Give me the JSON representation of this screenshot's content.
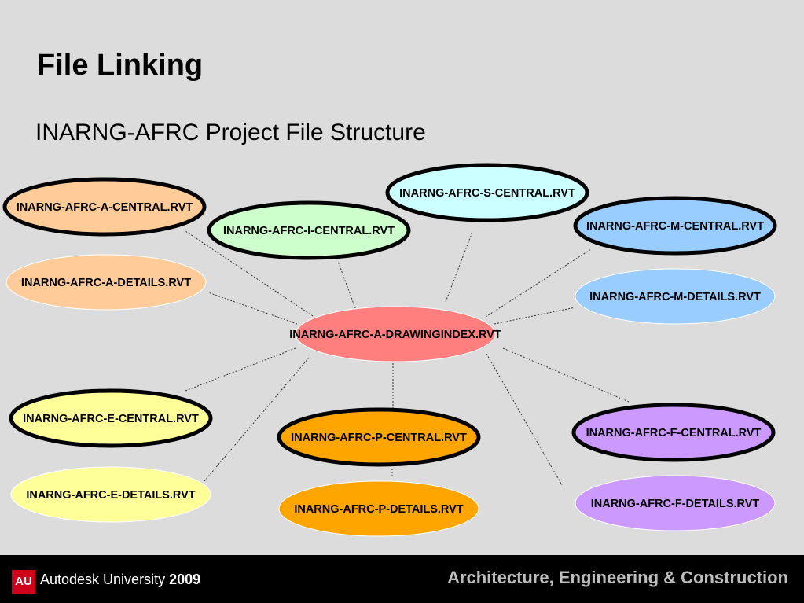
{
  "slide": {
    "title": "File Linking",
    "subtitle": "INARNG-AFRC Project File Structure"
  },
  "diagram": {
    "center": {
      "id": "drawingindex",
      "label": "INARNG-AFRC-A-DRAWINGINDEX.RVT",
      "fill": "#ff7f7f",
      "central": false
    },
    "files": [
      {
        "id": "a-central",
        "label": "INARNG-AFRC-A-CENTRAL.RVT",
        "fill": "#ffcc99",
        "central": true
      },
      {
        "id": "a-details",
        "label": "INARNG-AFRC-A-DETAILS.RVT",
        "fill": "#ffcc99",
        "central": false
      },
      {
        "id": "i-central",
        "label": "INARNG-AFRC-I-CENTRAL.RVT",
        "fill": "#ccffcc",
        "central": true
      },
      {
        "id": "s-central",
        "label": "INARNG-AFRC-S-CENTRAL.RVT",
        "fill": "#ccffff",
        "central": true
      },
      {
        "id": "m-central",
        "label": "INARNG-AFRC-M-CENTRAL.RVT",
        "fill": "#99ccff",
        "central": true
      },
      {
        "id": "m-details",
        "label": "INARNG-AFRC-M-DETAILS.RVT",
        "fill": "#99ccff",
        "central": false
      },
      {
        "id": "e-central",
        "label": "INARNG-AFRC-E-CENTRAL.RVT",
        "fill": "#ffff99",
        "central": true
      },
      {
        "id": "e-details",
        "label": "INARNG-AFRC-E-DETAILS.RVT",
        "fill": "#ffff99",
        "central": false
      },
      {
        "id": "p-central",
        "label": "INARNG-AFRC-P-CENTRAL.RVT",
        "fill": "#ffa500",
        "central": true
      },
      {
        "id": "p-details",
        "label": "INARNG-AFRC-P-DETAILS.RVT",
        "fill": "#ffa500",
        "central": false
      },
      {
        "id": "f-central",
        "label": "INARNG-AFRC-F-CENTRAL.RVT",
        "fill": "#cc99ff",
        "central": true
      },
      {
        "id": "f-details",
        "label": "INARNG-AFRC-F-DETAILS.RVT",
        "fill": "#cc99ff",
        "central": false
      }
    ],
    "links": [
      [
        "drawingindex",
        "a-central"
      ],
      [
        "drawingindex",
        "a-details"
      ],
      [
        "drawingindex",
        "i-central"
      ],
      [
        "drawingindex",
        "s-central"
      ],
      [
        "drawingindex",
        "m-central"
      ],
      [
        "drawingindex",
        "m-details"
      ],
      [
        "drawingindex",
        "e-central"
      ],
      [
        "drawingindex",
        "e-details"
      ],
      [
        "drawingindex",
        "p-central"
      ],
      [
        "drawingindex",
        "p-details"
      ],
      [
        "drawingindex",
        "f-central"
      ],
      [
        "drawingindex",
        "f-details"
      ]
    ]
  },
  "footer": {
    "logo_text": "AU",
    "brand_name": "Autodesk University",
    "brand_year": "2009",
    "track": "Architecture, Engineering & Construction",
    "logo_color": "#d0021b"
  }
}
